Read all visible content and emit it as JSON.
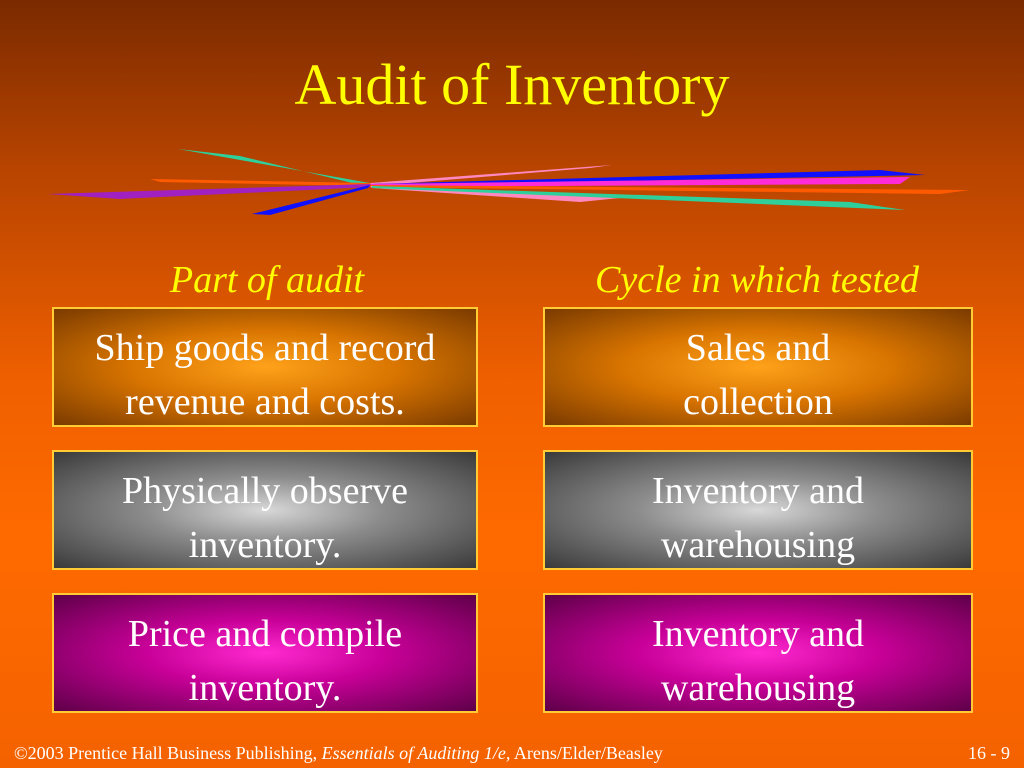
{
  "slide": {
    "title": "Audit of Inventory",
    "headers": {
      "left": "Part of audit",
      "right": "Cycle in which tested"
    },
    "rows": [
      {
        "part_line1": "Ship goods and record",
        "part_line2": "revenue and costs.",
        "cycle_line1": "Sales and",
        "cycle_line2": "collection"
      },
      {
        "part_line1": "Physically observe",
        "part_line2": "inventory.",
        "cycle_line1": "Inventory and",
        "cycle_line2": "warehousing"
      },
      {
        "part_line1": "Price and compile",
        "part_line2": "inventory.",
        "cycle_line1": "Inventory and",
        "cycle_line2": "warehousing"
      }
    ],
    "footer": {
      "copyright": "©2003 Prentice Hall Business Publishing,",
      "book": "Essentials of Auditing 1/e,",
      "authors": "Arens/Elder/Beasley",
      "page": "16 - 9"
    }
  },
  "colors": {
    "title": "#ffff00",
    "box_border": "#ffcc33",
    "streak_teal": "#2ecf9a",
    "streak_blue": "#1010ff",
    "streak_magenta": "#ff2ad8",
    "streak_purple": "#a020c0",
    "streak_orange": "#ff5a00",
    "streak_pink": "#ff88c0"
  }
}
